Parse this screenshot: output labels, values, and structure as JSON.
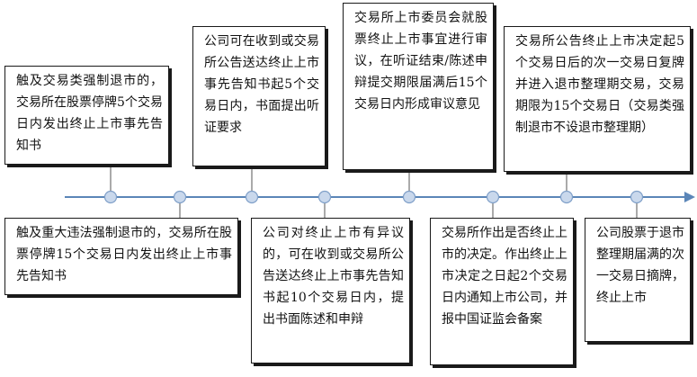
{
  "colors": {
    "axis": "#5b86b8",
    "node_fill": "#c9d8ec",
    "node_stroke": "#7f9fc8",
    "connector": "#555555",
    "box_border": "#1a1a1a"
  },
  "events": [
    {
      "id": "e1",
      "text": "触及交易类强制退市的，交易所在股票停牌5个交易日内发出终止上市事先告知书"
    },
    {
      "id": "e2",
      "text": "触及重大违法强制退市的，交易所在股票停牌15个交易日内发出终止上市事先告知书"
    },
    {
      "id": "e3",
      "text": "公司可在收到或交易所公告送达终止上市事先告知书起5个交易日内，书面提出听证要求"
    },
    {
      "id": "e4",
      "text": "公司对终止上市有异议的，可在收到或交易所公告送达终止上市事先告知书起10个交易日内，提出书面陈述和申辩"
    },
    {
      "id": "e5",
      "text": "交易所上市委员会就股票终止上市事宜进行审议，在听证结束/陈述申辩提交期限届满后15个交易日内形成审议意见"
    },
    {
      "id": "e6",
      "text": "交易所作出是否终止上市的决定。作出终止上市决定之日起2个交易日内通知上市公司，并报中国证监会备案"
    },
    {
      "id": "e7",
      "text": "交易所公告终止上市决定起5个交易日后的次一交易日复牌并进入退市整理期交易，交易期限为15个交易日（交易类强制退市不设退市整理期）"
    },
    {
      "id": "e8",
      "text": "公司股票于退市整理期届满的次一交易日摘牌，终止上市"
    }
  ]
}
